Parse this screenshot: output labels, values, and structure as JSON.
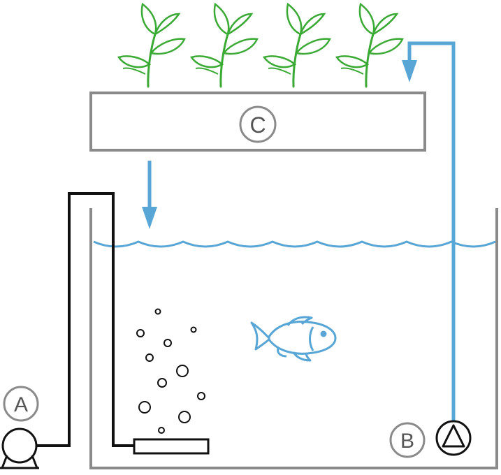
{
  "labels": {
    "air_pump": "A",
    "water_pump": "B",
    "grow_bed": "C"
  },
  "colors": {
    "frame": "#8a8a8a",
    "air_line": "#111111",
    "water": "#58a6d6",
    "plant": "#3aaa35",
    "label_ring": "#8a8a8a",
    "label_text": "#555555"
  },
  "icons": {
    "plant": "plant-icon",
    "fish": "fish-icon",
    "air_pump": "air-pump-icon",
    "water_pump": "water-pump-icon",
    "air_stone": "air-stone-icon",
    "bubble": "bubble-icon"
  },
  "counts": {
    "plants": 4
  }
}
